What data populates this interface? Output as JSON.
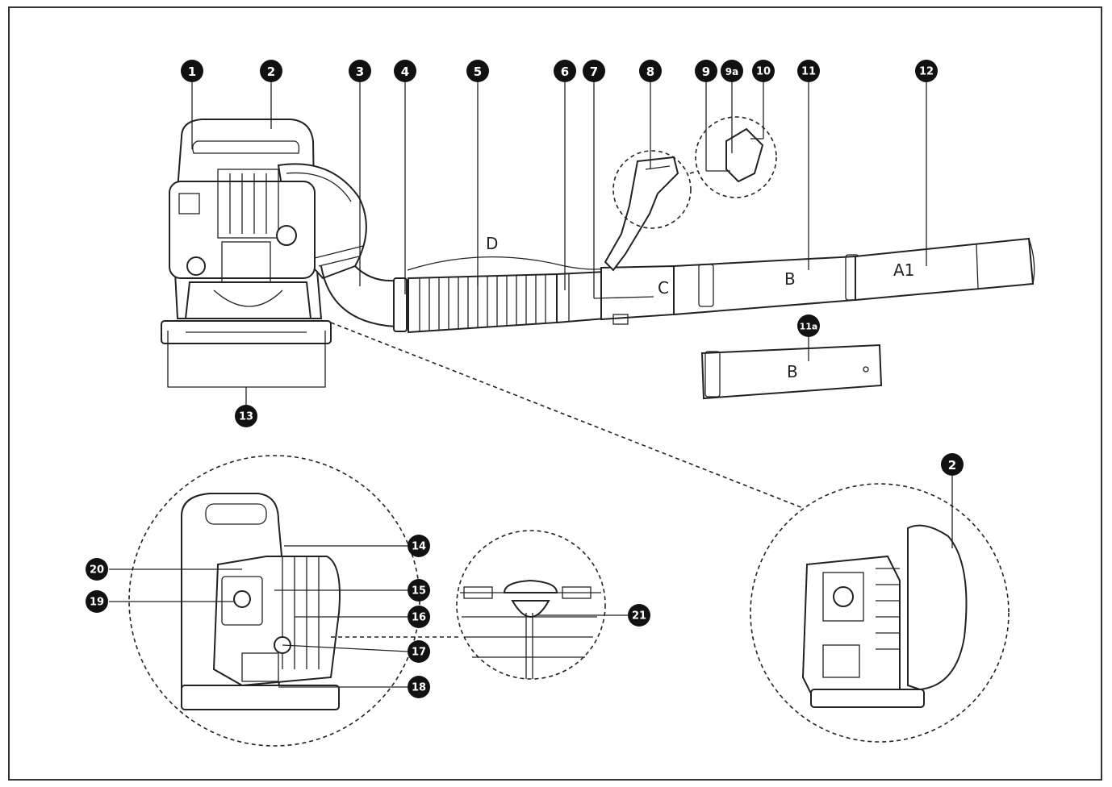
{
  "callouts": {
    "n1": "1",
    "n2": "2",
    "n3": "3",
    "n4": "4",
    "n5": "5",
    "n6": "6",
    "n7": "7",
    "n8": "8",
    "n9": "9",
    "n9a": "9a",
    "n10": "10",
    "n11": "11",
    "n11a": "11a",
    "n12": "12",
    "n13": "13",
    "n14": "14",
    "n15": "15",
    "n16": "16",
    "n17": "17",
    "n18": "18",
    "n19": "19",
    "n20": "20",
    "n21": "21",
    "n2b": "2"
  },
  "letters": {
    "D": "D",
    "C": "C",
    "B": "B",
    "A1": "A1",
    "B2": "B"
  }
}
